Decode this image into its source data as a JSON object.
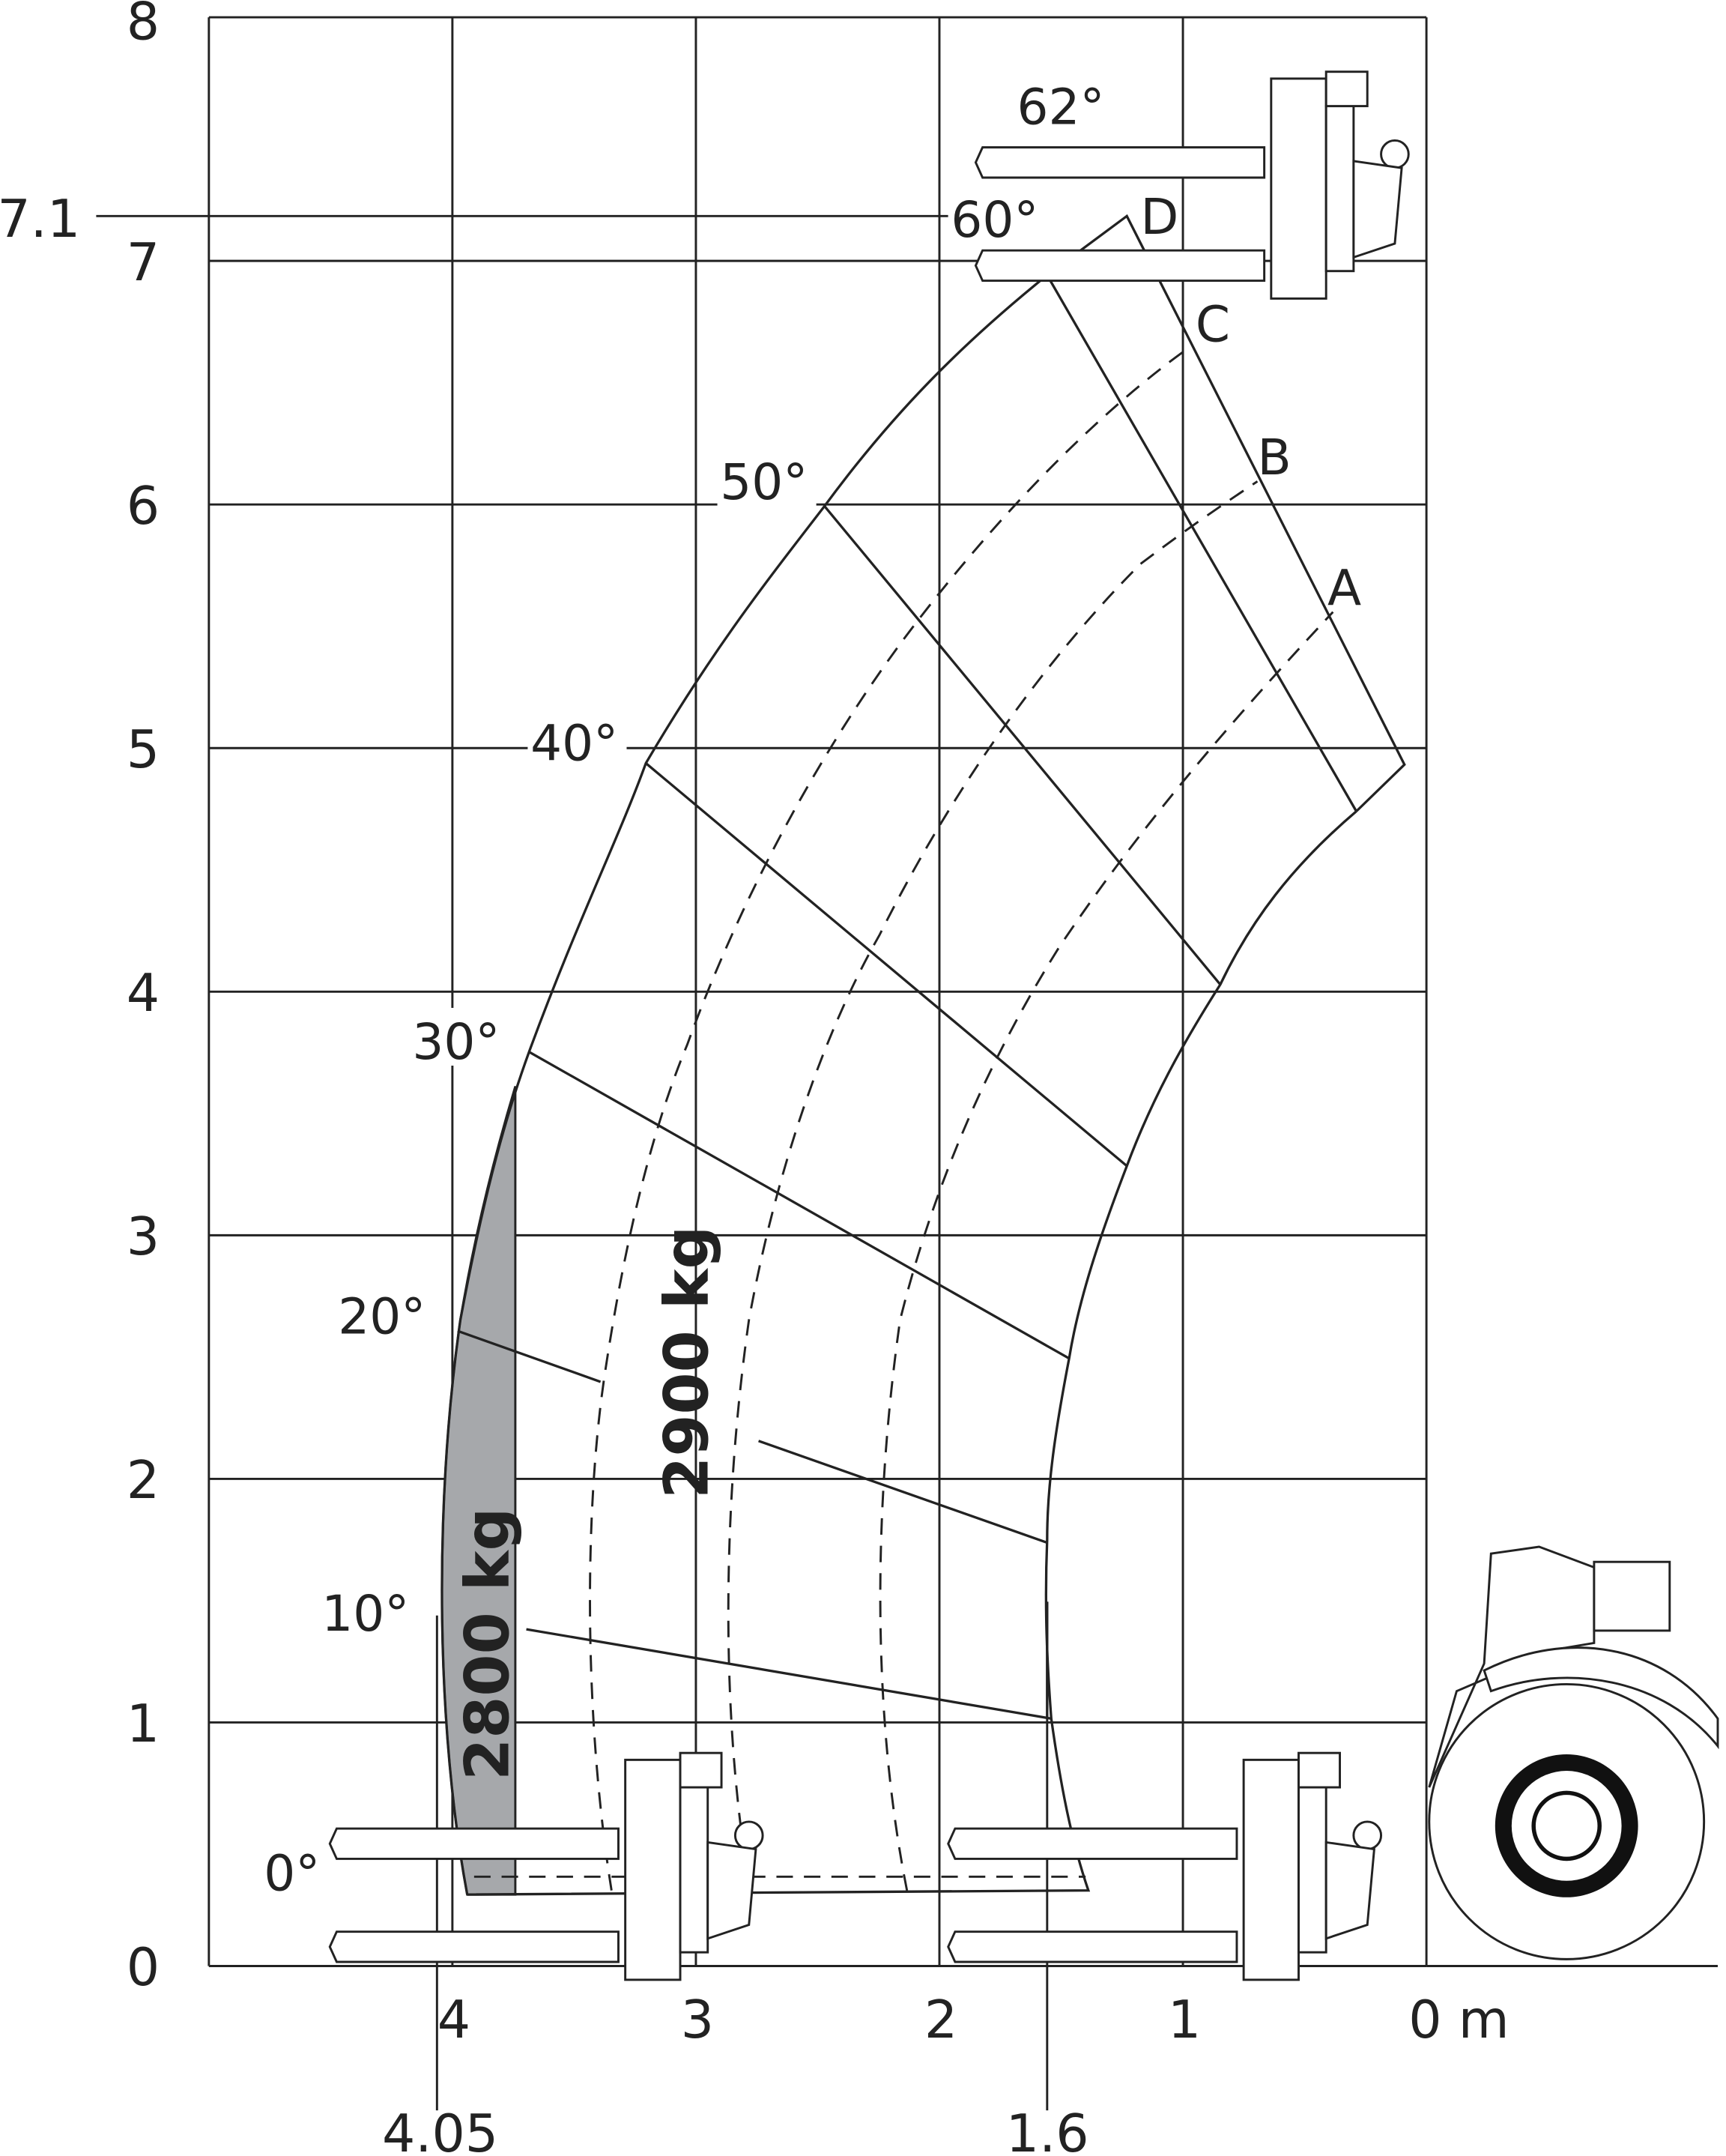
{
  "diagram": {
    "title": "Load chart",
    "y_axis": {
      "ticks": [
        "0",
        "1",
        "2",
        "3",
        "4",
        "5",
        "6",
        "7",
        "8"
      ],
      "extra_label": "7.1"
    },
    "x_axis": {
      "ticks": [
        "4",
        "3",
        "2",
        "1"
      ],
      "origin_label": "0 m",
      "extra_labels": [
        "4.05",
        "1.6"
      ]
    },
    "angles": [
      "0°",
      "10°",
      "20°",
      "30°",
      "40°",
      "50°",
      "60°",
      "62°"
    ],
    "zones": [
      "A",
      "B",
      "C",
      "D"
    ],
    "loads": [
      {
        "label": "2900 kg",
        "zone": "main"
      },
      {
        "label": "2800 kg",
        "zone": "shaded",
        "color": "#a6a8ab"
      }
    ],
    "colors": {
      "line": "#222222",
      "shaded": "#a6a8ab",
      "background": "#ffffff"
    }
  }
}
